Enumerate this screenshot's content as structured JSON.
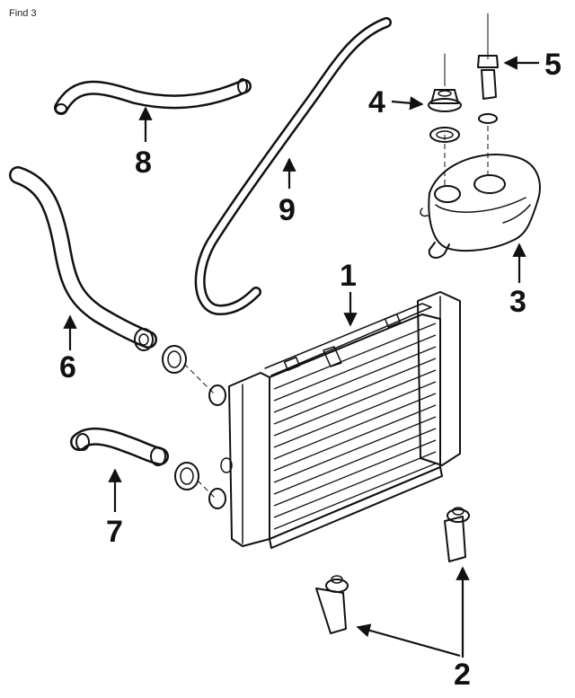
{
  "header": {
    "label": "Find 3"
  },
  "callouts": [
    {
      "id": "1",
      "label": "1"
    },
    {
      "id": "2",
      "label": "2"
    },
    {
      "id": "3",
      "label": "3"
    },
    {
      "id": "4",
      "label": "4"
    },
    {
      "id": "5",
      "label": "5"
    },
    {
      "id": "6",
      "label": "6"
    },
    {
      "id": "7",
      "label": "7"
    },
    {
      "id": "8",
      "label": "8"
    },
    {
      "id": "9",
      "label": "9"
    }
  ]
}
